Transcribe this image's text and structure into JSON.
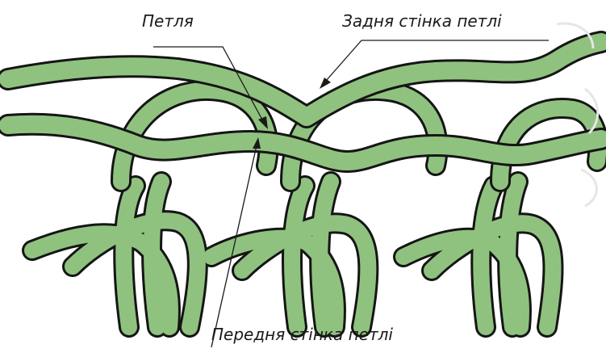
{
  "labels": {
    "loop": "Петля",
    "back_wall": "Задня стінка петлі",
    "front_wall": "Передня стінка петлі"
  },
  "colors": {
    "yarn_fill": "#8fc27f",
    "yarn_outline": "#151515",
    "leader_line": "#1a1a1a"
  }
}
